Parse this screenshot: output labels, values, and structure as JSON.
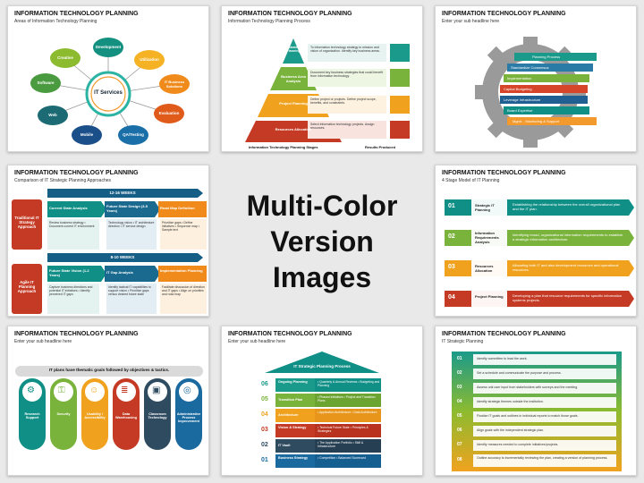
{
  "center": {
    "line1": "Multi-Color",
    "line2": "Version Images"
  },
  "slides": [
    {
      "title": "INFORMATION TECHNOLOGY PLANNING",
      "subtitle": "Areas of Information Technology Planning",
      "hub": "IT Services",
      "nodes": [
        "Development",
        "Utilization",
        "IT Business Solutions",
        "Evaluation",
        "QA/Testing",
        "Mobile",
        "Web",
        "Software",
        "Creative"
      ]
    },
    {
      "title": "INFORMATION TECHNOLOGY PLANNING",
      "subtitle": "Information Technology Planning Process",
      "levels": [
        "IT Strategic Planning",
        "Business Area Analysis",
        "Project Planning",
        "Resources Allocation"
      ],
      "texts": [
        "To information technology strategy to mission and vision of organization. Identify key business areas.",
        "Document key business strategies that could benefit from information technology.",
        "Define project or projects. Define project scope, benefits, and constraints.",
        "Select information technology projects. Assign resources."
      ],
      "footer_left": "Information Technology Planning Stages",
      "footer_right": "Results Produced"
    },
    {
      "title": "INFORMATION TECHNOLOGY PLANNING",
      "subtitle": "Enter your sub headline here",
      "bars": [
        "Planning Process",
        "Standardize Consensus",
        "Implementation",
        "Capital Budgeting",
        "Leverage Infrastructure",
        "Board Expertise",
        "Mgmt. , Monitoring & Support"
      ]
    },
    {
      "title": "INFORMATION TECHNOLOGY PLANNING",
      "subtitle": "Comparison of IT Strategic Planning Approaches",
      "top_weeks": "12-16 WEEKS",
      "bottom_weeks": "8-10 WEEKS",
      "left_top": "Traditional IT Strategy Approach",
      "left_bottom": "Agile IT Planning Approach",
      "top_cols": [
        "Current State Analysis",
        "Future State Design (3-5 Years)",
        "Road Map Definition"
      ],
      "bottom_cols": [
        "Future State Vision (1-2 Years)",
        "IT Gap Analysis",
        "Implementation Planning"
      ],
      "top_texts": [
        "Review business strategy • Document current IT environment",
        "Technology vision • IT architecture direction • IT service design",
        "Prioritize gaps • Define initiatives • Sequence map • Sample text"
      ],
      "bottom_texts": [
        "Capture business directions and potential IT initiatives • Identify perceived IT gaps",
        "Identify tactical IT capabilities to support vision • Prioritize gaps versus desired future state",
        "Facilitate discussion of direction and IT gaps • Align on priorities and road map"
      ]
    },
    {
      "title": "INFORMATION TECHNOLOGY PLANNING",
      "subtitle": "4 Stage Model of IT Planning",
      "nums": [
        "01",
        "02",
        "03",
        "04"
      ],
      "stages": [
        "Strategic IT Planning",
        "Information Requirements Analysis",
        "Resources Allocation",
        "Project Planning"
      ],
      "texts": [
        "Establishing the relationship between the overall organizational plan and the IT plan.",
        "Identifying broad, organizational information requirements to establish a strategic information architecture.",
        "Allocating both IT and also development resources and operational resources.",
        "Developing a plan that resource requirements for specific information systems projects."
      ]
    },
    {
      "title": "INFORMATION TECHNOLOGY PLANNING",
      "subtitle": "Enter your sub headline here",
      "banner": "IT plans have thematic goals followed by objectives & tactics.",
      "items": [
        "Research Support",
        "Security",
        "Usability / Accessibility",
        "Data Warehousing",
        "Classroom Technology",
        "Administrative Process Improvement"
      ]
    },
    {
      "title": "INFORMATION TECHNOLOGY PLANNING",
      "subtitle": "Enter your sub headline here",
      "roof": "IT Strategic Planning Process",
      "nums": [
        "06",
        "05",
        "04",
        "03",
        "02",
        "01"
      ],
      "labels": [
        "Ongoing Planning",
        "Transition Plan",
        "Architecture",
        "Vision & Strategy",
        "IT Vault",
        "Business Strategy"
      ],
      "texts": [
        "• Quarterly & Annual Reviews • Budgeting and Planning",
        "• Phased Initiatives • Project and Transition Plans",
        "• Application Architecture • Data Architecture",
        "• Technical Future State • Principles & Strategies",
        "• The Application Portfolio • Skill & Infrastructure",
        "• Competition • Balanced Scorecard"
      ]
    },
    {
      "title": "INFORMATION TECHNOLOGY PLANNING",
      "subtitle": "IT Strategic Planning",
      "nums": [
        "01",
        "02",
        "03",
        "04",
        "05",
        "06",
        "07",
        "08"
      ],
      "steps": [
        "Identify committee to lead the work.",
        "Set a schedule and communicate the purpose and process.",
        "Assess unit user input from stakeholders with surveys and the meeting.",
        "Identify strategic themes outside the institution.",
        "Finalize IT goals and outlines in individual reports to match those goals.",
        "Align goals with the independent strategic plan.",
        "Identify measures needed to complete initiatives/projects.",
        "Outline accuracy to incrementally reviewing the plan, creating a version of planning process."
      ]
    }
  ]
}
